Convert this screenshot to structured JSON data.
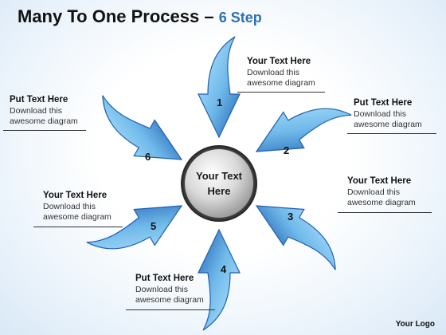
{
  "title": {
    "main": "Many To One Process –",
    "sub": "6 Step"
  },
  "center": {
    "line1": "Your Text",
    "line2": "Here"
  },
  "steps": [
    {
      "num": "1",
      "heading": "Your Text Here",
      "body1": "Download this",
      "body2": "awesome diagram"
    },
    {
      "num": "2",
      "heading": "Put Text Here",
      "body1": "Download this",
      "body2": "awesome diagram"
    },
    {
      "num": "3",
      "heading": "Your Text Here",
      "body1": "Download this",
      "body2": "awesome diagram"
    },
    {
      "num": "4",
      "heading": "Put Text Here",
      "body1": "Download this",
      "body2": "awesome diagram"
    },
    {
      "num": "5",
      "heading": "Your Text Here",
      "body1": "Download this",
      "body2": "awesome diagram"
    },
    {
      "num": "6",
      "heading": "Put Text Here",
      "body1": "Download this",
      "body2": "awesome diagram"
    }
  ],
  "colors": {
    "arrow_dark": "#1f5fb0",
    "arrow_light": "#aee3fb",
    "accent": "#2f6fb5"
  },
  "logo": "Your Logo"
}
